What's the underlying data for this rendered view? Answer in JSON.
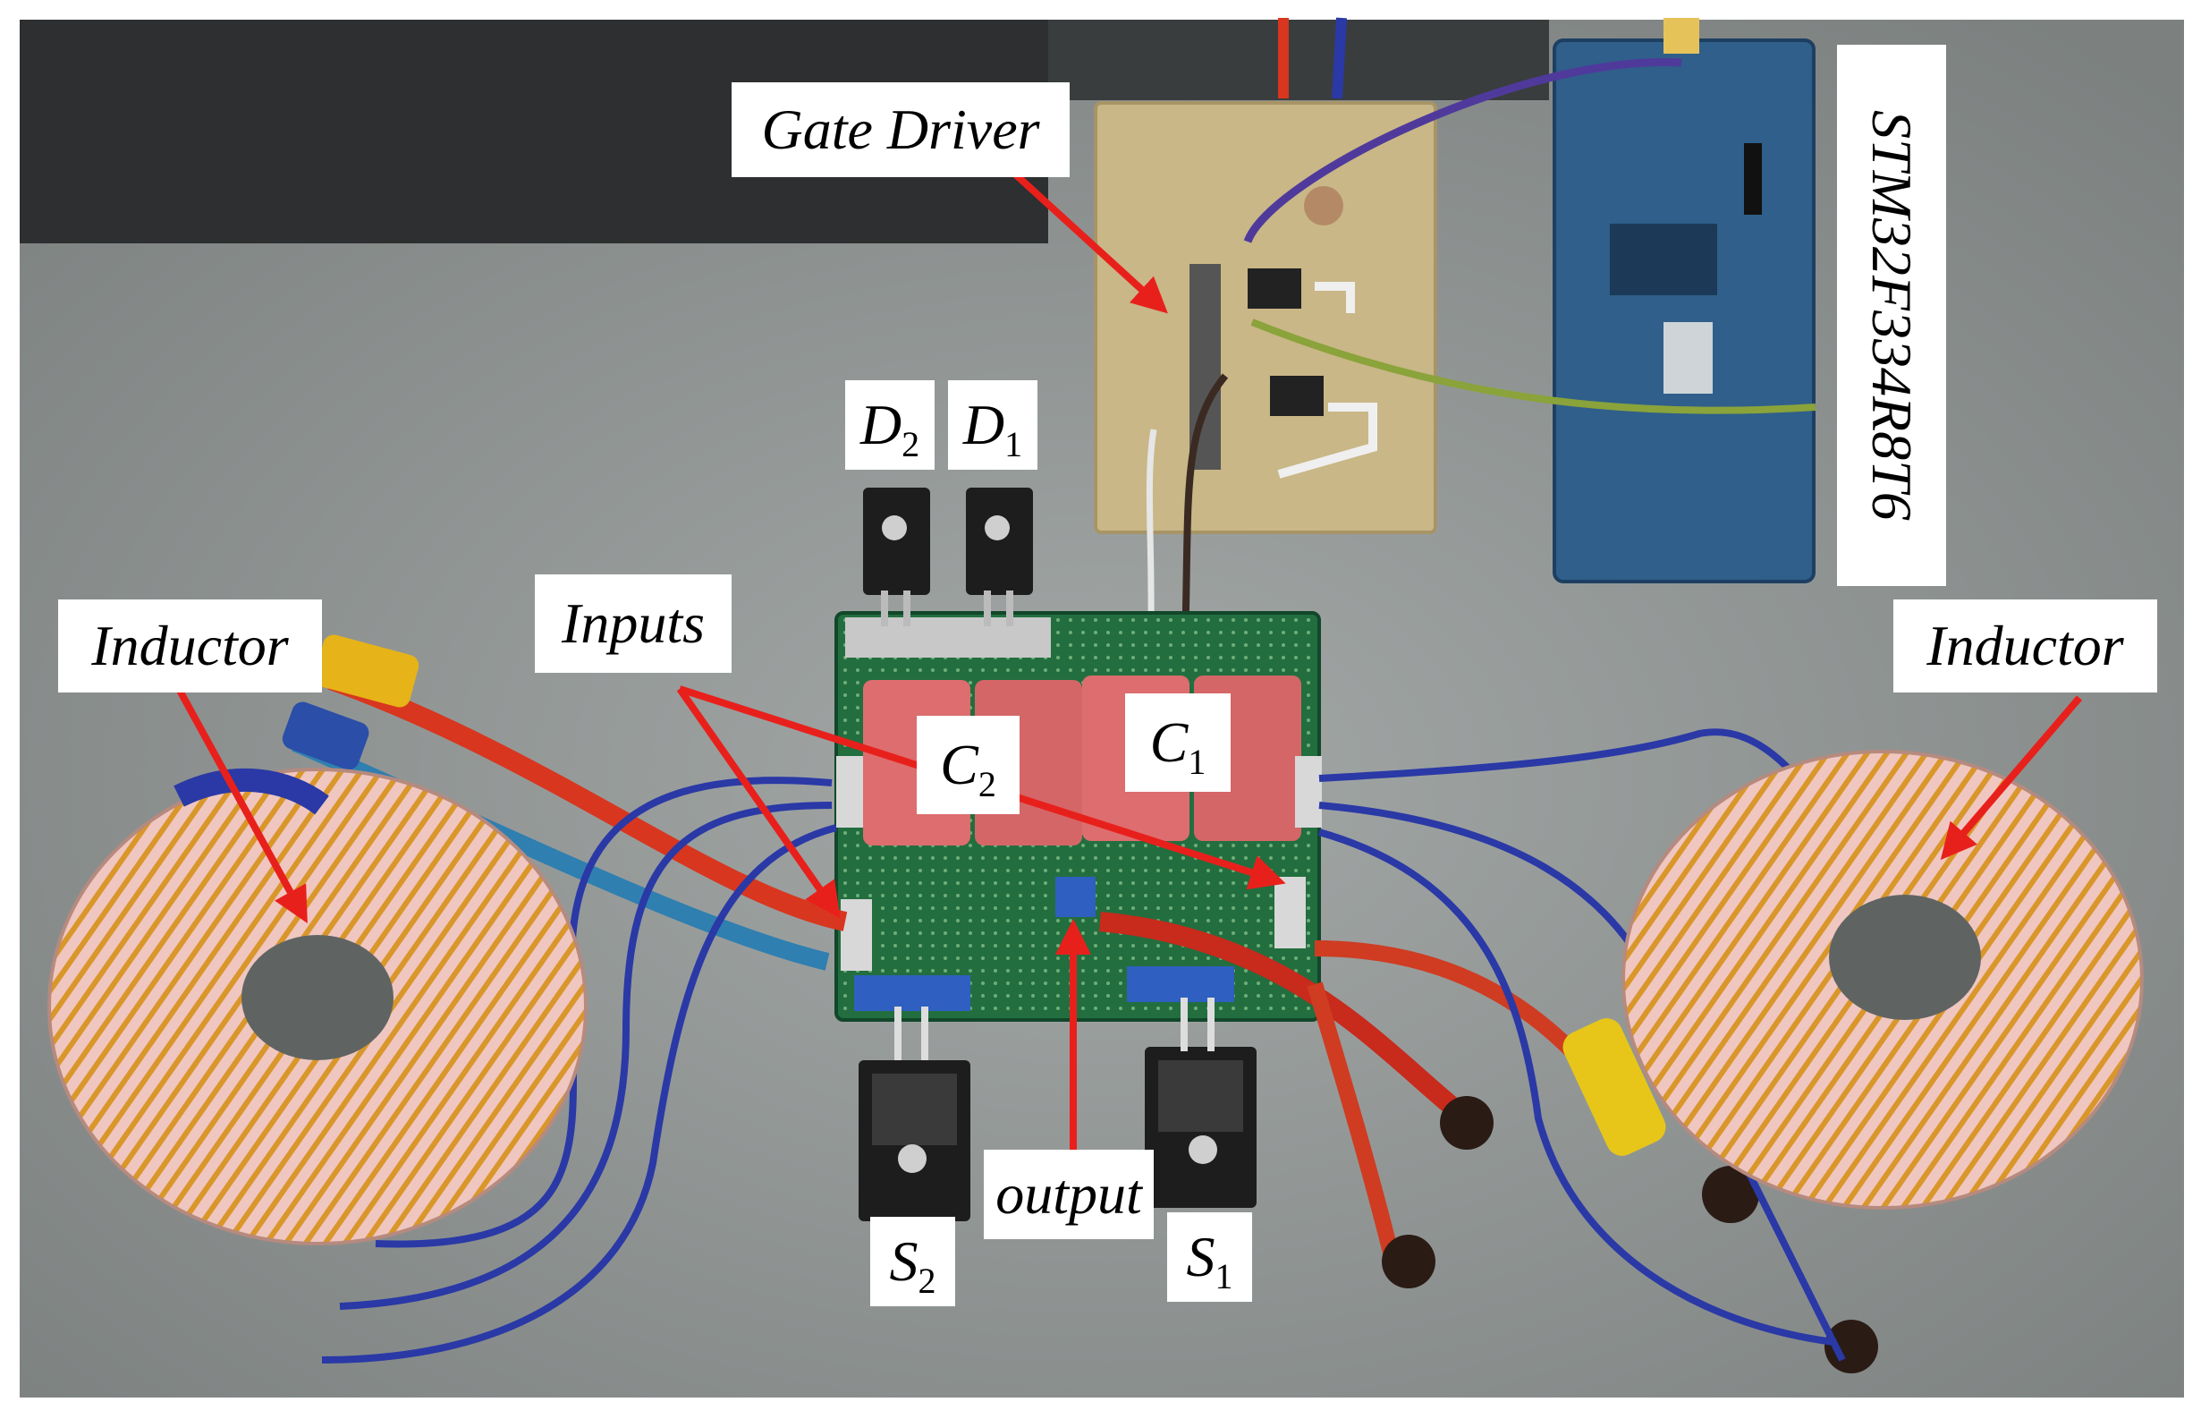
{
  "labels": {
    "gate_driver": "Gate Driver",
    "stm": "STM32F334R8T6",
    "inputs": "Inputs",
    "inductor_left": "Inductor",
    "inductor_right": "Inductor",
    "output": "output",
    "d2": {
      "main": "D",
      "sub": "2"
    },
    "d1": {
      "main": "D",
      "sub": "1"
    },
    "c2": {
      "main": "C",
      "sub": "2"
    },
    "c1": {
      "main": "C",
      "sub": "1"
    },
    "s2": {
      "main": "S",
      "sub": "2"
    },
    "s1": {
      "main": "S",
      "sub": "1"
    }
  },
  "colors": {
    "bench": "#8f9493",
    "pcb_green": "#1f6b3b",
    "gate_board": "#c9b787",
    "stm_board": "#2f5f8a",
    "capacitor": "#dd6d6e",
    "coil_wire": "#f0c9c3",
    "coil_core": "#d9962a",
    "arrow": "#e8201c",
    "wire_blue": "#2a39a6",
    "wire_red": "#d8361f"
  }
}
